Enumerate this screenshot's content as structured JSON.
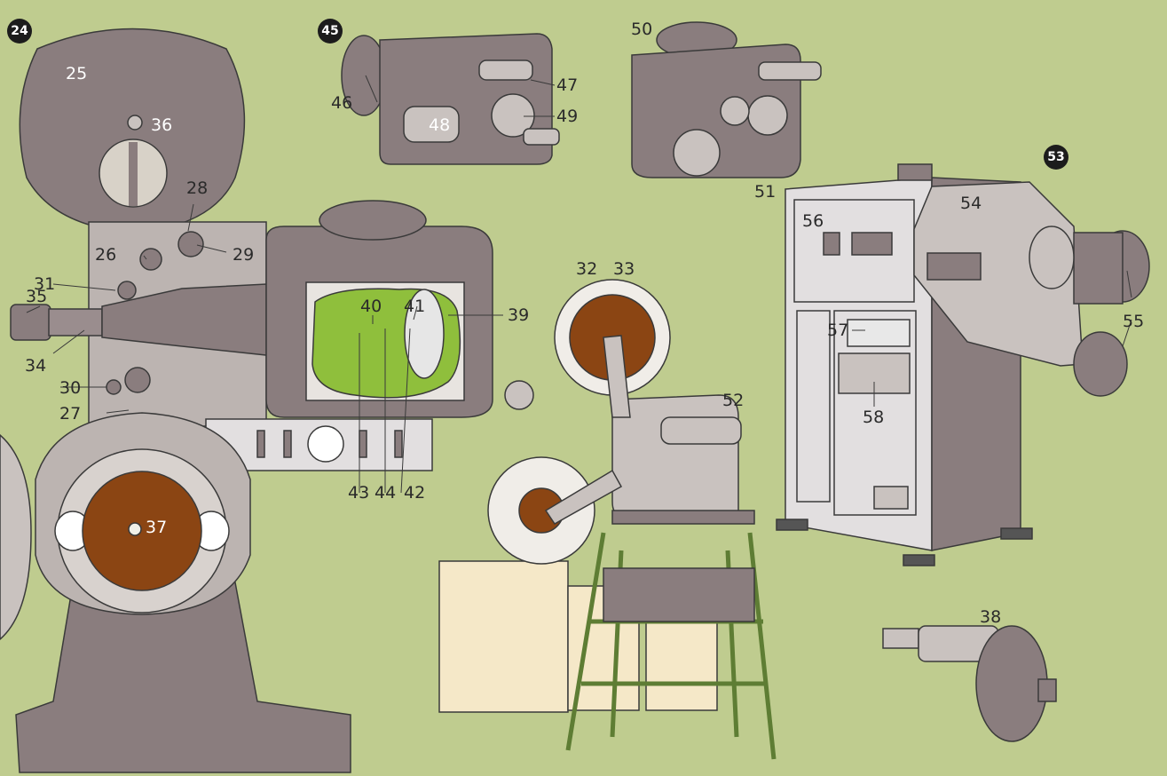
{
  "colors": {
    "background": "#bfcc8f",
    "machine_grey": "#8a7d7e",
    "machine_light": "#c9c2bf",
    "film_brown": "#8b4513",
    "lamp_green": "#8fbf3c",
    "cabinet_light": "#e2dfe0",
    "case_cream": "#f5e8c8",
    "stand_green": "#5e7d34"
  },
  "figures": {
    "projector": {
      "badge": "24",
      "labels": {
        "l25": "25",
        "l26": "26",
        "l27": "27",
        "l28": "28",
        "l29": "29",
        "l30": "30",
        "l31": "31",
        "l34": "34",
        "l35": "35",
        "l36": "36",
        "l37": "37"
      }
    },
    "lamphouse": {
      "labels": {
        "l39": "39",
        "l40": "40",
        "l41": "41",
        "l42": "42",
        "l43": "43",
        "l44": "44"
      }
    },
    "camera_head": {
      "badge": "45",
      "labels": {
        "l46": "46",
        "l47": "47",
        "l48": "48",
        "l49": "49"
      }
    },
    "camera_back": {
      "labels": {
        "l50": "50",
        "l51": "51"
      }
    },
    "small_projector": {
      "labels": {
        "l32": "32",
        "l33": "33",
        "l52": "52"
      }
    },
    "digital_projector": {
      "badge": "53",
      "labels": {
        "l54": "54",
        "l55": "55",
        "l56": "56",
        "l57": "57",
        "l58": "58"
      }
    },
    "xenon_lamp": {
      "labels": {
        "l38": "38"
      }
    }
  }
}
